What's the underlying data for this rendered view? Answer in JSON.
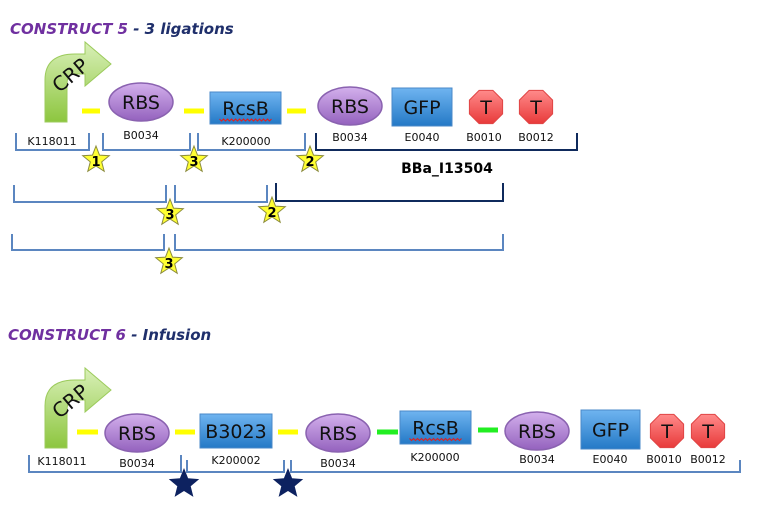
{
  "construct5": {
    "title_main": "CONSTRUCT  5",
    "title_sub": " - 3 ligations",
    "promoter": {
      "label": "CRP",
      "part": "K118011"
    },
    "parts": [
      {
        "type": "rbs",
        "label": "RBS",
        "part": "B0034"
      },
      {
        "type": "cds",
        "label": "RcsB",
        "part": "K200000"
      },
      {
        "type": "rbs",
        "label": "RBS",
        "part": "B0034"
      },
      {
        "type": "cds",
        "label": "GFP",
        "part": "E0040"
      },
      {
        "type": "term",
        "label": "T",
        "part": "B0010"
      },
      {
        "type": "term",
        "label": "T",
        "part": "B0012"
      }
    ],
    "composite_label": "BBa_I13504",
    "ligation_stars": [
      "1",
      "3",
      "2",
      "3",
      "2",
      "3"
    ]
  },
  "construct6": {
    "title_main": "CONSTRUCT  6",
    "title_sub": " - Infusion",
    "promoter": {
      "label": "CRP",
      "part": "K118011"
    },
    "parts": [
      {
        "type": "rbs",
        "label": "RBS",
        "part": "B0034"
      },
      {
        "type": "cds",
        "label": "B3023",
        "part": "K200002"
      },
      {
        "type": "rbs",
        "label": "RBS",
        "part": "B0034"
      },
      {
        "type": "cds",
        "label": "RcsB",
        "part": "K200000"
      },
      {
        "type": "rbs",
        "label": "RBS",
        "part": "B0034"
      },
      {
        "type": "cds",
        "label": "GFP",
        "part": "E0040"
      },
      {
        "type": "term",
        "label": "T",
        "part": "B0010"
      },
      {
        "type": "term",
        "label": "T",
        "part": "B0012"
      }
    ]
  },
  "colors": {
    "title_purple": "#7030a0",
    "title_navy": "#1f2f6b",
    "rbs_fill": "#a57cc8",
    "cds_fill": "#3d8fd6",
    "term_fill": "#f05050",
    "promoter_fill": "#8cc63f",
    "scar_yellow": "#ffff00",
    "scar_green": "#22ee22",
    "bracket_blue": "#5b86c0",
    "bracket_navy": "#0f2a5c",
    "star_yellow": "#ffff33",
    "star_navy": "#0d2260"
  }
}
